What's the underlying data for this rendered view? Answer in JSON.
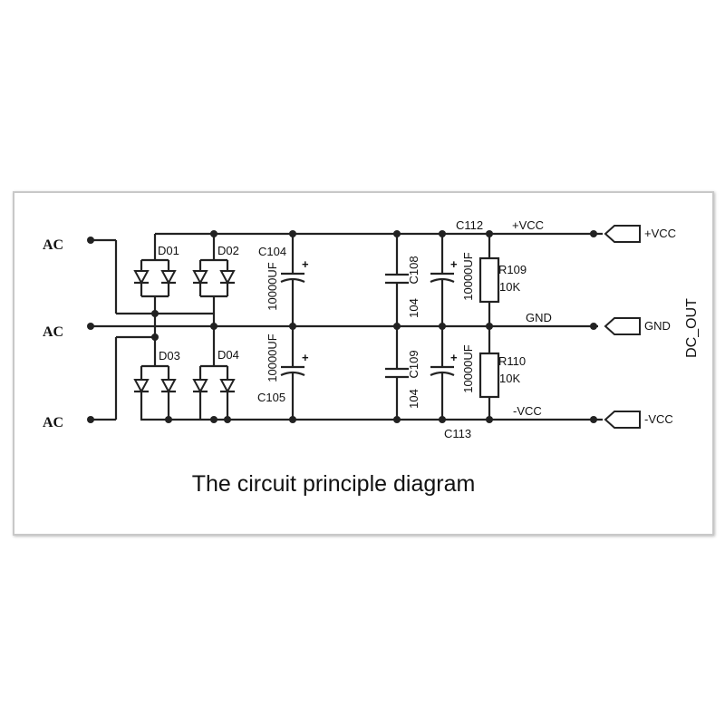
{
  "caption": "The circuit principle diagram",
  "inputs": {
    "ac_top": "AC",
    "ac_mid": "AC",
    "ac_bot": "AC"
  },
  "diodes": {
    "d1": "D01",
    "d2": "D02",
    "d3": "D03",
    "d4": "D04"
  },
  "caps": {
    "c104": {
      "ref": "C104",
      "value": "10000UF"
    },
    "c105": {
      "ref": "C105",
      "value": "10000UF"
    },
    "c108": {
      "ref": "C108",
      "value": "104"
    },
    "c109": {
      "ref": "C109",
      "value": "104"
    },
    "c112": {
      "ref": "C112",
      "value": "10000UF"
    },
    "c113": {
      "ref": "C113",
      "value": "10000UF"
    }
  },
  "resistors": {
    "r109": {
      "ref": "R109",
      "value": "10K"
    },
    "r110": {
      "ref": "R110",
      "value": "10K"
    }
  },
  "rails": {
    "pos": "+VCC",
    "gnd": "GND",
    "neg": "-VCC"
  },
  "outputs": {
    "pos": "+VCC",
    "gnd": "GND",
    "neg": "-VCC",
    "connector": "DC_OUT"
  },
  "polarity_mark": "+"
}
